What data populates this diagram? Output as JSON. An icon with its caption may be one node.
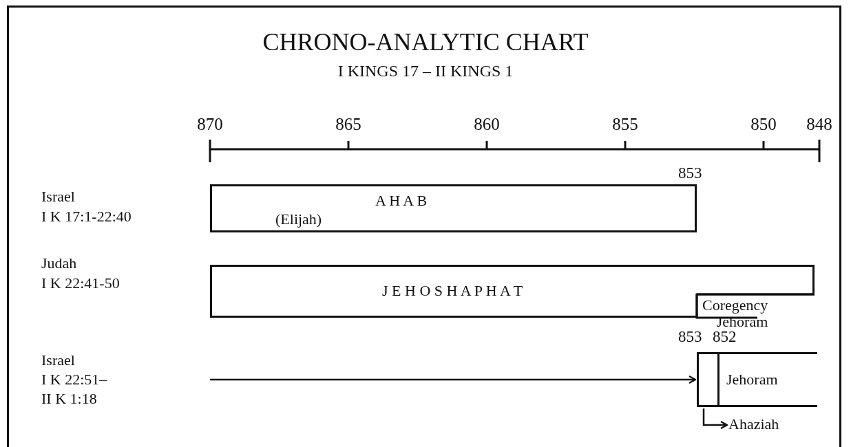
{
  "diagram": {
    "title": "CHRONO-ANALYTIC CHART",
    "nodes": [
      {
        "text": [
          "A H A B",
          "(Elijah)"
        ]
      },
      {
        "text": [
          "J E H O S H A P H A T"
        ]
      },
      {
        "text": [
          "Coregency Jehoram"
        ]
      },
      {
        "text": [],
        "shape": "box"
      },
      {
        "text": [
          "Jehoram"
        ]
      },
      {
        "text": [
          "Ahaziah"
        ]
      }
    ],
    "edges": [
      {
        "from": null,
        "to": 3,
        "arrow": "to"
      },
      {
        "from": 3,
        "to": 5,
        "arrow": "to"
      }
    ],
    "labels": [
      "I KINGS 17 – II KINGS 1",
      "870",
      "865",
      "860",
      "855",
      "850",
      "848",
      "853",
      "Israel",
      "I K 17:1-22:40",
      "Judah",
      "I K 22:41-50",
      "853",
      "852",
      "Israel",
      "I K 22:51– II K 1:18"
    ]
  }
}
